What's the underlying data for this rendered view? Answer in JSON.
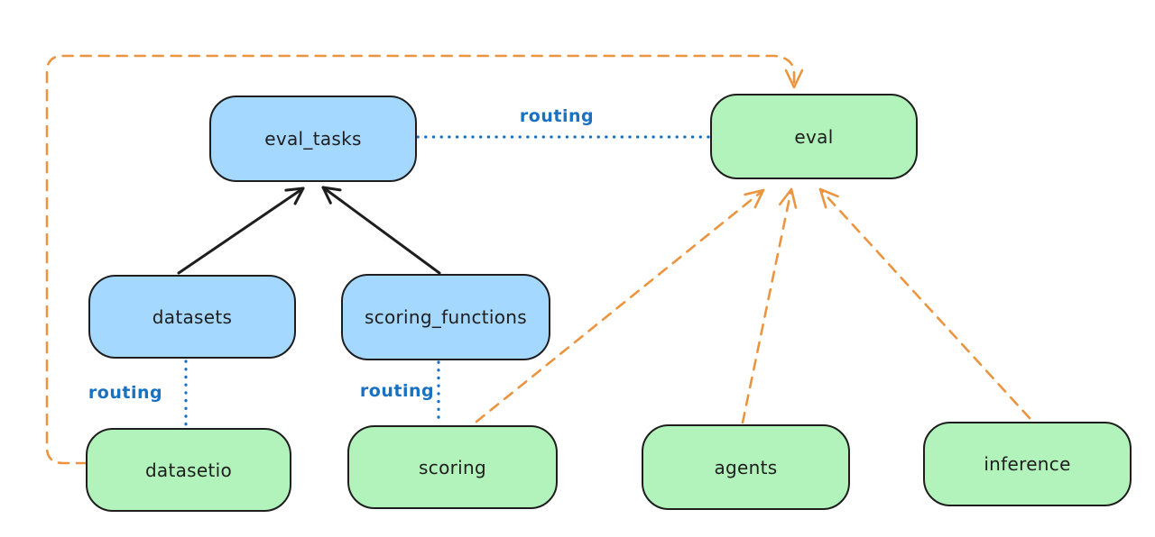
{
  "diagram": {
    "title": "",
    "nodes": {
      "eval_tasks": {
        "label": "eval_tasks",
        "color": "blue"
      },
      "eval": {
        "label": "eval",
        "color": "green"
      },
      "datasets": {
        "label": "datasets",
        "color": "blue"
      },
      "scoring_functions": {
        "label": "scoring_functions",
        "color": "blue"
      },
      "datasetio": {
        "label": "datasetio",
        "color": "green"
      },
      "scoring": {
        "label": "scoring",
        "color": "green"
      },
      "agents": {
        "label": "agents",
        "color": "green"
      },
      "inference": {
        "label": "inference",
        "color": "green"
      }
    },
    "edge_labels": {
      "routing_top": "routing",
      "routing_datasets": "routing",
      "routing_scoring": "routing"
    },
    "edges": [
      {
        "from": "datasets",
        "to": "eval_tasks",
        "style": "solid-black-arrow"
      },
      {
        "from": "scoring_functions",
        "to": "eval_tasks",
        "style": "solid-black-arrow"
      },
      {
        "from": "eval_tasks",
        "to": "eval",
        "style": "dotted-blue",
        "label": "routing"
      },
      {
        "from": "datasets",
        "to": "datasetio",
        "style": "dotted-blue",
        "label": "routing"
      },
      {
        "from": "scoring_functions",
        "to": "scoring",
        "style": "dotted-blue",
        "label": "routing"
      },
      {
        "from": "datasetio",
        "to": "eval",
        "style": "dashed-orange-arrow"
      },
      {
        "from": "scoring",
        "to": "eval",
        "style": "dashed-orange-arrow"
      },
      {
        "from": "agents",
        "to": "eval",
        "style": "dashed-orange-arrow"
      },
      {
        "from": "inference",
        "to": "eval",
        "style": "dashed-orange-arrow"
      }
    ],
    "colors": {
      "blue_fill": "#a5d8ff",
      "green_fill": "#b2f2bb",
      "stroke": "#1e1e1e",
      "routing_blue": "#1971c2",
      "orange": "#eb9540",
      "background": "#ffffff"
    }
  }
}
